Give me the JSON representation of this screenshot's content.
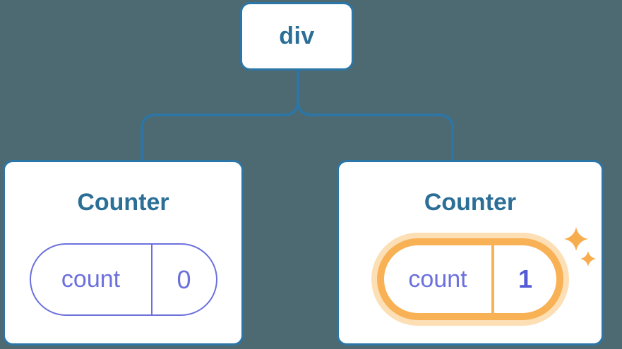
{
  "diagram": {
    "description": "component tree with state",
    "root": {
      "label": "div"
    },
    "nodes": [
      {
        "title": "Counter",
        "state_key": "count",
        "state_value": "0",
        "highlighted": false
      },
      {
        "title": "Counter",
        "state_key": "count",
        "state_value": "1",
        "highlighted": true
      }
    ]
  },
  "icons": [
    {
      "name": "sparkle-icon",
      "glyph": "✦",
      "meaning": "state updated highlight"
    }
  ],
  "colors": {
    "background": "#4d6a73",
    "stroke_blue": "#2b76a7",
    "heading_blue": "#2b6e96",
    "indigo": "#6b70dd",
    "indigo_bold": "#555ad6",
    "orange": "#f8b155",
    "orange_halo": "#fcdfb4",
    "sparkle": "#f7ad4d",
    "card_bg": "#ffffff"
  }
}
